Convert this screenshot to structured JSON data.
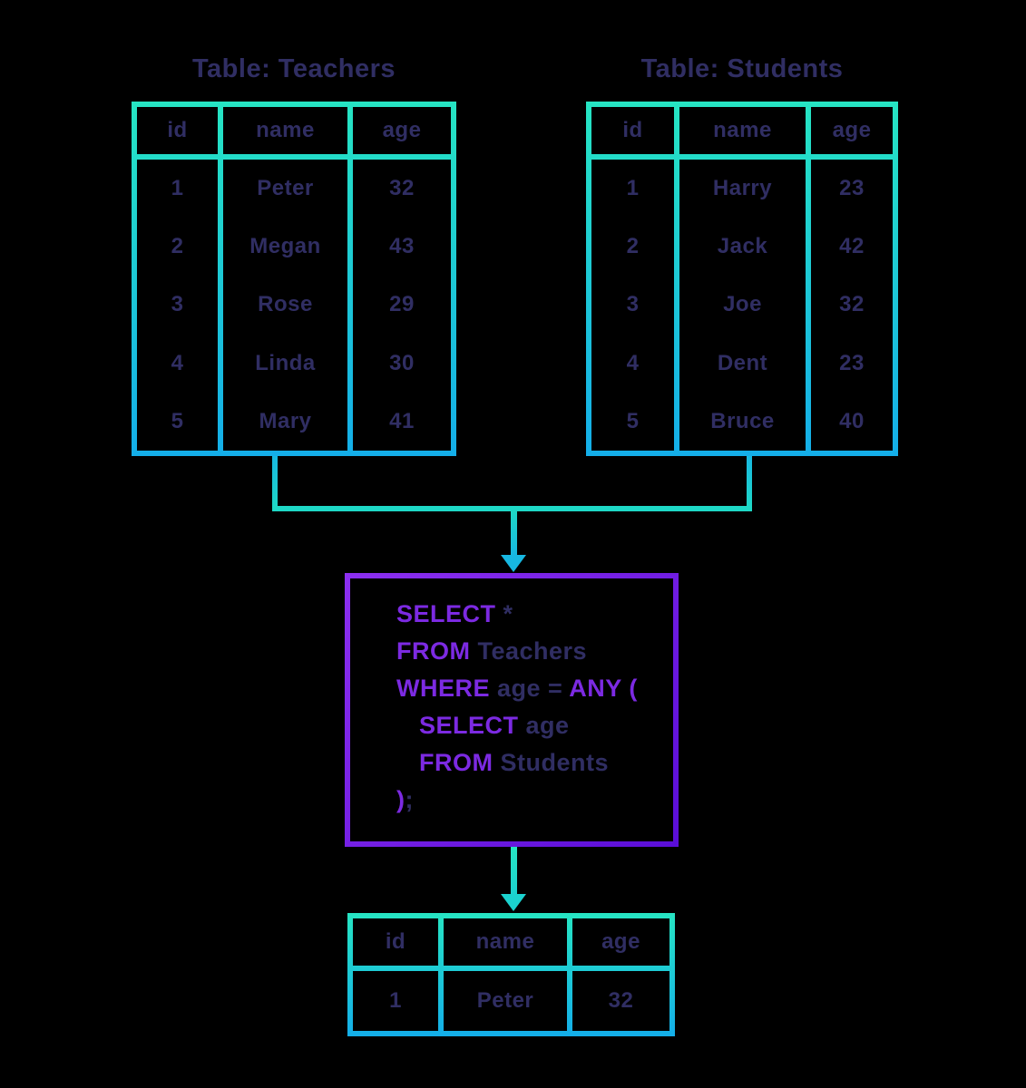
{
  "colors": {
    "background": "#000000",
    "navy_text": "#302e63",
    "teal_top": "#26e5c3",
    "teal_bottom": "#14aee9",
    "teal_mid": "#1ed8c6",
    "connector_blue": "#17b8e2",
    "arrow2_teal": "#1bd2cf",
    "purple_light": "#8c2ff0",
    "purple_dark": "#5a0ed8",
    "keyword_purple": "#7c2ae2"
  },
  "teachers": {
    "title": "Table: Teachers",
    "headers": [
      "id",
      "name",
      "age"
    ],
    "rows": [
      [
        "1",
        "Peter",
        "32"
      ],
      [
        "2",
        "Megan",
        "43"
      ],
      [
        "3",
        "Rose",
        "29"
      ],
      [
        "4",
        "Linda",
        "30"
      ],
      [
        "5",
        "Mary",
        "41"
      ]
    ]
  },
  "students": {
    "title": "Table: Students",
    "headers": [
      "id",
      "name",
      "age"
    ],
    "rows": [
      [
        "1",
        "Harry",
        "23"
      ],
      [
        "2",
        "Jack",
        "42"
      ],
      [
        "3",
        "Joe",
        "32"
      ],
      [
        "4",
        "Dent",
        "23"
      ],
      [
        "5",
        "Bruce",
        "40"
      ]
    ]
  },
  "result": {
    "headers": [
      "id",
      "name",
      "age"
    ],
    "rows": [
      [
        "1",
        "Peter",
        "32"
      ]
    ]
  },
  "query": {
    "lines": [
      {
        "indent": false,
        "segments": [
          {
            "text": "SELECT",
            "kw": true
          },
          {
            "text": " *",
            "kw": false
          }
        ]
      },
      {
        "indent": false,
        "segments": [
          {
            "text": "FROM",
            "kw": true
          },
          {
            "text": " Teachers",
            "kw": false
          }
        ]
      },
      {
        "indent": false,
        "segments": [
          {
            "text": "WHERE",
            "kw": true
          },
          {
            "text": " age = ",
            "kw": false
          },
          {
            "text": "ANY (",
            "kw": true
          }
        ]
      },
      {
        "indent": true,
        "segments": [
          {
            "text": "SELECT",
            "kw": true
          },
          {
            "text": " age",
            "kw": false
          }
        ]
      },
      {
        "indent": true,
        "segments": [
          {
            "text": "FROM",
            "kw": true
          },
          {
            "text": " Students",
            "kw": false
          }
        ]
      },
      {
        "indent": false,
        "segments": [
          {
            "text": ")",
            "kw": true
          },
          {
            "text": ";",
            "kw": false
          }
        ]
      }
    ]
  }
}
